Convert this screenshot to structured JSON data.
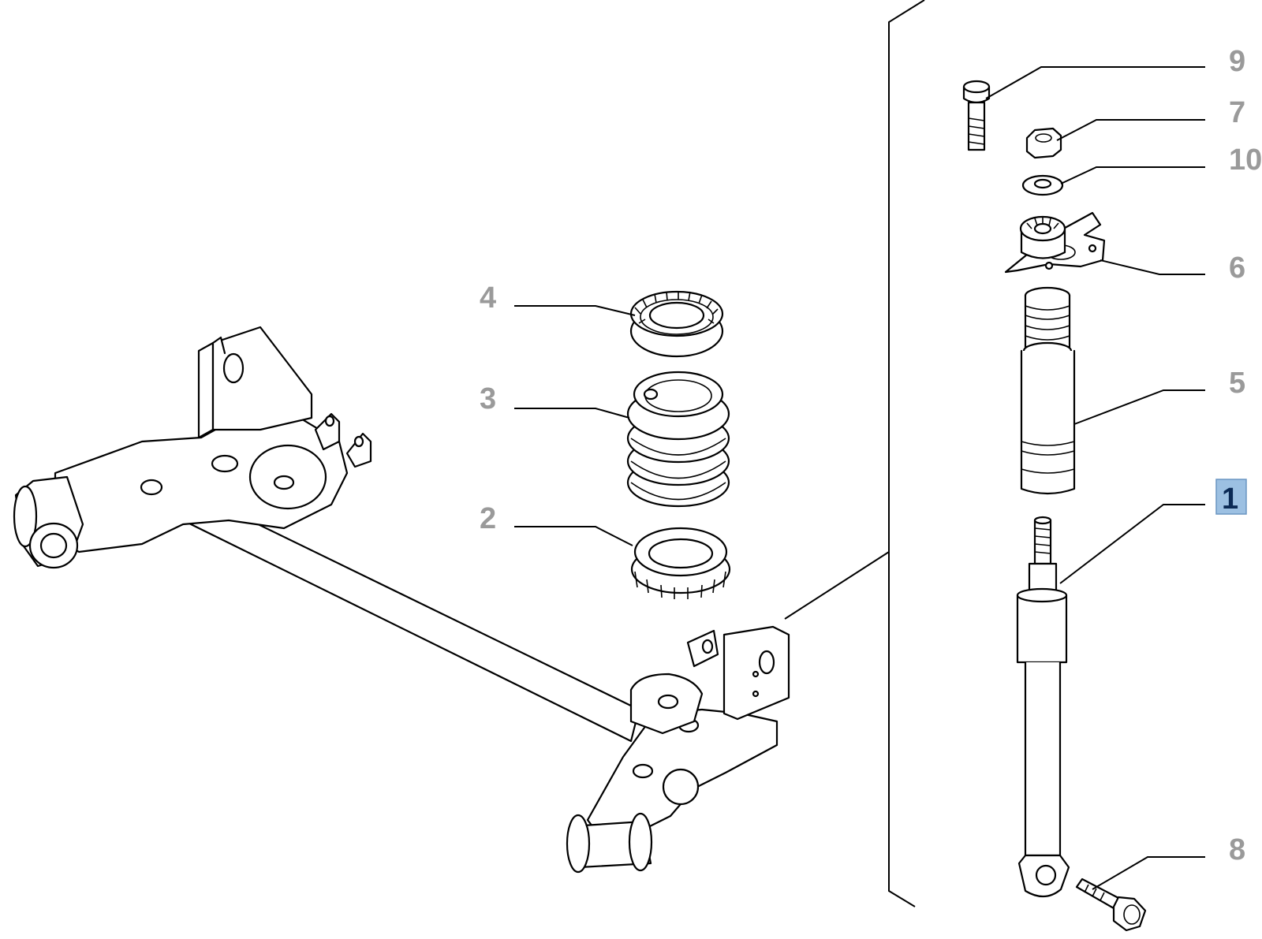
{
  "labels": {
    "p1": "1",
    "p2": "2",
    "p3": "3",
    "p4": "4",
    "p5": "5",
    "p6": "6",
    "p7": "7",
    "p8": "8",
    "p9": "9",
    "p10": "10"
  },
  "highlight": {
    "selected_part": "1",
    "color": "#9cc0e2"
  }
}
